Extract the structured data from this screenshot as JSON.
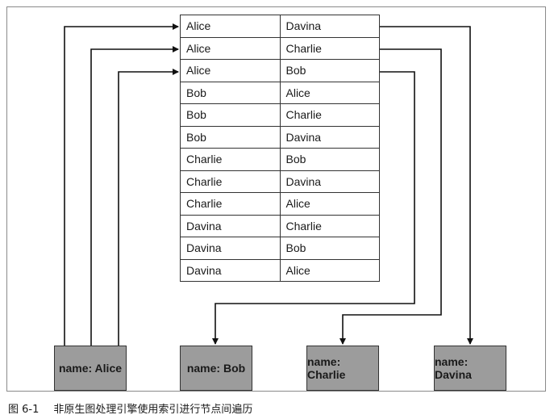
{
  "table": {
    "rows": [
      [
        "Alice",
        "Davina"
      ],
      [
        "Alice",
        "Charlie"
      ],
      [
        "Alice",
        "Bob"
      ],
      [
        "Bob",
        "Alice"
      ],
      [
        "Bob",
        "Charlie"
      ],
      [
        "Bob",
        "Davina"
      ],
      [
        "Charlie",
        "Bob"
      ],
      [
        "Charlie",
        "Davina"
      ],
      [
        "Charlie",
        "Alice"
      ],
      [
        "Davina",
        "Charlie"
      ],
      [
        "Davina",
        "Bob"
      ],
      [
        "Davina",
        "Alice"
      ]
    ]
  },
  "nodes": {
    "alice": "name: Alice",
    "bob": "name: Bob",
    "charlie": "name: Charlie",
    "davina": "name: Davina"
  },
  "caption": {
    "number": "图 6-1",
    "text": "非原生图处理引擎使用索引进行节点间遍历"
  }
}
